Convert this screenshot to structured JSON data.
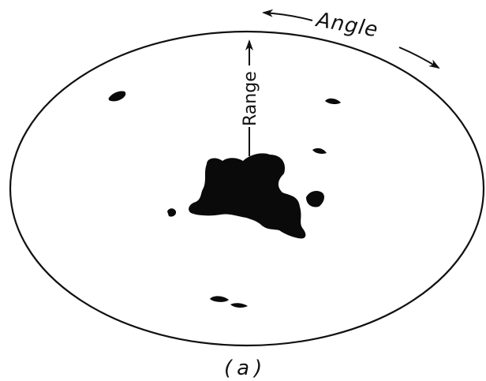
{
  "figure": {
    "labels": {
      "angle": "Angle",
      "range": "Range",
      "caption": "(a)"
    },
    "colors": {
      "ink": "#111111",
      "background": "#ffffff"
    }
  }
}
